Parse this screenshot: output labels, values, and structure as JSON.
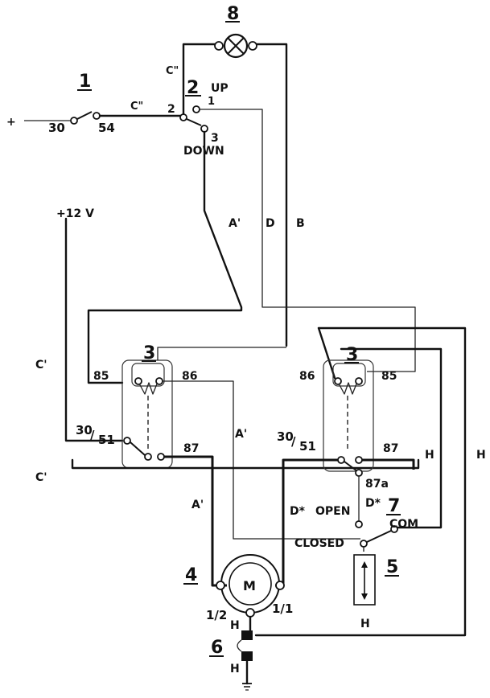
{
  "components": {
    "switch1": {
      "number": "1",
      "pin_in": "30",
      "pin_out": "54",
      "supply": "+"
    },
    "switch2": {
      "number": "2",
      "pin_common": "2",
      "pin_up": "1",
      "up": "UP",
      "pin_down": "3",
      "down": "DOWN"
    },
    "lamp8": {
      "number": "8"
    },
    "relay_left": {
      "number": "3",
      "pin_85": "85",
      "pin_86": "86",
      "pin_30": "30",
      "pin_51": "51",
      "pin_87": "87"
    },
    "relay_right": {
      "number": "3",
      "pin_86": "86",
      "pin_85": "85",
      "pin_30": "30",
      "pin_51": "51",
      "pin_87": "87",
      "pin_87a": "87a"
    },
    "motor4": {
      "number": "4",
      "symbol": "M",
      "pin_left": "1/2",
      "pin_right": "1/1"
    },
    "connector6": {
      "number": "6"
    },
    "limit_switch7": {
      "number": "7",
      "open": "OPEN",
      "closed": "CLOSED",
      "com": "COM"
    },
    "actuator5": {
      "number": "5"
    }
  },
  "wires": {
    "c2_top": "C\"",
    "c2_mid": "C\"",
    "a_prime_1": "A'",
    "d_1": "D",
    "b_1": "B",
    "supply_12v": "+12 V",
    "c_prime_1": "C'",
    "c_prime_2": "C'",
    "a_prime_2": "A'",
    "a_prime_3": "A'",
    "d_star_1": "D*",
    "d_star_2": "D*",
    "h_1": "H",
    "h_2": "H",
    "h_3": "H",
    "h_4": "H",
    "h_5": "H"
  }
}
